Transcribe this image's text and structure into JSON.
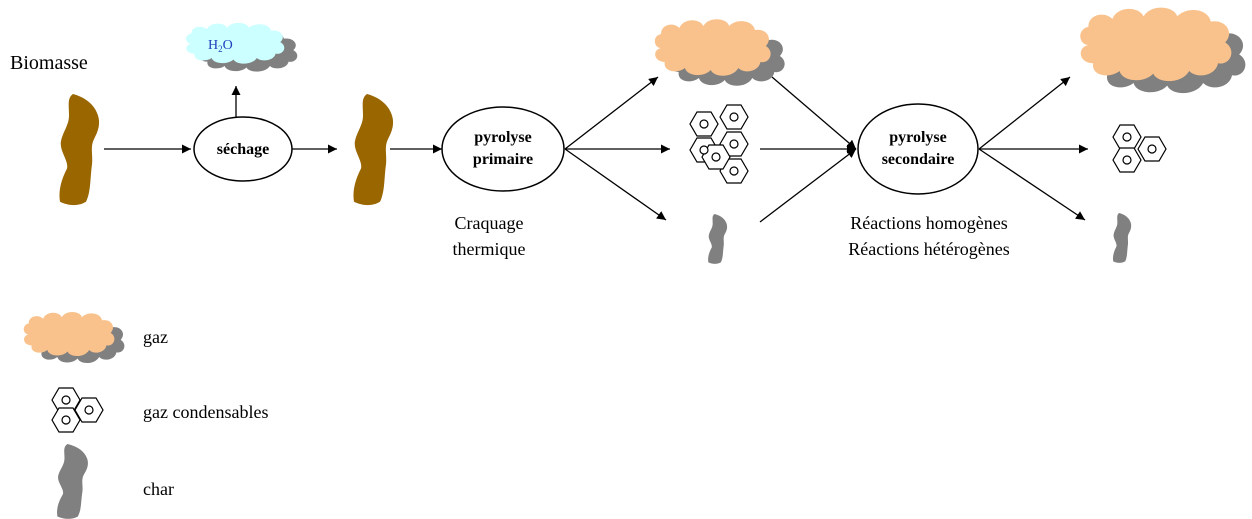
{
  "title": "Biomasse",
  "nodes": {
    "drying": "séchage",
    "primary_pyrolysis": [
      "pyrolyse",
      "primaire"
    ],
    "secondary_pyrolysis": [
      "pyrolyse",
      "secondaire"
    ]
  },
  "annotations": {
    "cracking": [
      "Craquage",
      "thermique"
    ],
    "reactions": [
      "Réactions homogènes",
      "Réactions hétérogènes"
    ]
  },
  "water": {
    "main": "H",
    "subscript": "2",
    "rest": "O"
  },
  "legend": [
    {
      "icon": "gas-cloud-icon",
      "label": "gaz"
    },
    {
      "icon": "condensable-gas-icon",
      "label": "gaz condensables"
    },
    {
      "icon": "char-icon",
      "label": "char"
    }
  ],
  "colors": {
    "biomass": "#996600",
    "gas": "#f9c28c",
    "cloud_shadow": "#808080",
    "water_cloud": "#ccffff",
    "char": "#808080",
    "text_water": "#1f3fbf"
  }
}
